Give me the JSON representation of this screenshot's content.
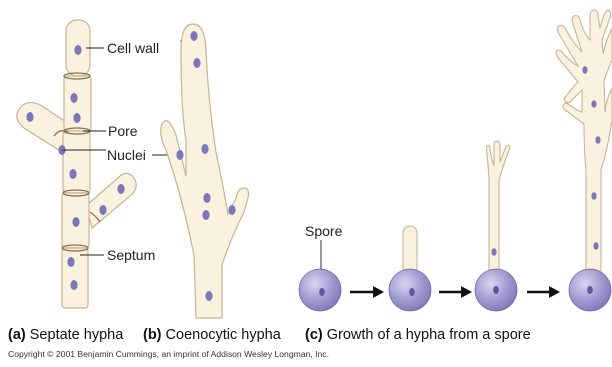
{
  "labels": {
    "cell_wall": "Cell wall",
    "pore": "Pore",
    "nuclei": "Nuclei",
    "septum": "Septum",
    "spore": "Spore"
  },
  "captions": {
    "a_letter": "(a)",
    "a_text": " Septate hypha",
    "b_letter": "(b)",
    "b_text": " Coenocytic hypha",
    "c_letter": "(c)",
    "c_text": " Growth of a hypha from a spore"
  },
  "copyright": "Copyright © 2001 Benjamin Cummings, an imprint of Addison Wesley Longman, Inc.",
  "colors": {
    "hypha_fill": "#faf1df",
    "hypha_stroke": "#c8b494",
    "nucleus": "#7b77b8",
    "spore": "#9d97cf",
    "arrow": "#111111"
  }
}
